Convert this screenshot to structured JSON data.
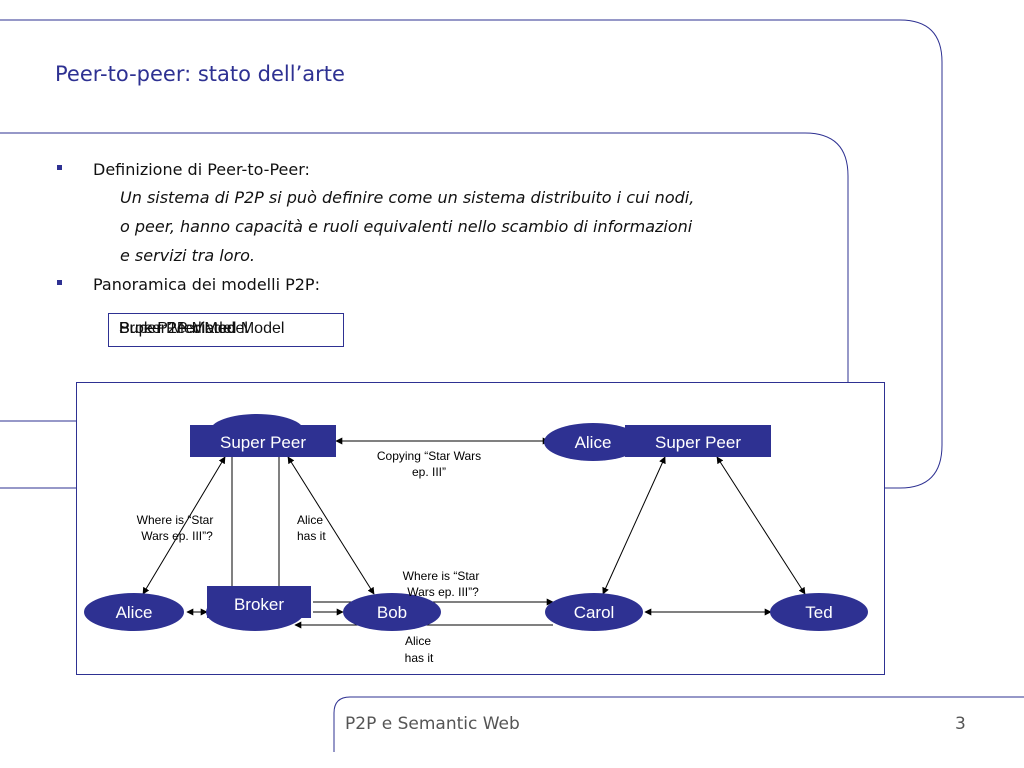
{
  "slide": {
    "title": "Peer-to-peer: stato dell’arte",
    "bullets": [
      {
        "label": "Definizione di Peer-to-Peer:",
        "definition": [
          "Un sistema di P2P si può definire come un sistema distribuito i cui nodi,",
          "o peer, hanno capacità e ruoli equivalenti nello scambio di informazioni",
          "e servizi tra loro."
        ]
      },
      {
        "label": "Panoramica dei modelli P2P:"
      }
    ],
    "model_box_labels": [
      "Super Peer Model",
      "Broker Mediated Model",
      "Pure P2P Model"
    ]
  },
  "diagram": {
    "super_peer_left": "Super Peer",
    "super_peer_right": "Super Peer",
    "broker": "Broker",
    "alice_top": "Alice",
    "alice_left": "Alice",
    "bob": "Bob",
    "carol": "Carol",
    "ted": "Ted",
    "copying_line1": "Copying “Star Wars",
    "copying_line2": "ep. III”",
    "where_left_line1": "Where is “Star",
    "where_left_line2": "Wars ep. III”?",
    "alice_has_line1": "Alice",
    "alice_has_line2": "has it",
    "where_mid_line1": "Where is “Star",
    "where_mid_line2": "Wars ep. III”?",
    "alice_has_bottom_line1": "Alice",
    "alice_has_bottom_line2": "has it"
  },
  "footer": {
    "text": "P2P e Semantic Web",
    "page": "3"
  },
  "colors": {
    "accent": "#2e3192",
    "node_fill": "#2e3192",
    "node_text": "#ffffff"
  }
}
